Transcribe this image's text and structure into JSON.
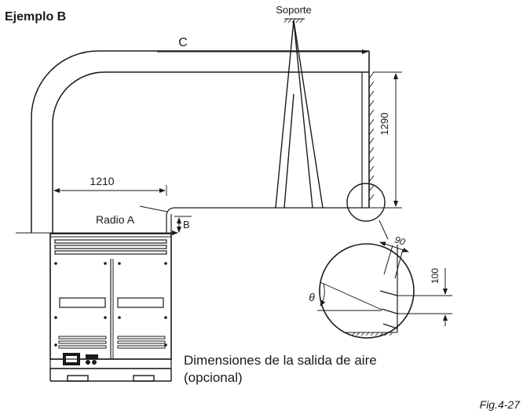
{
  "figure": {
    "title": "Ejemplo B",
    "support_label": "Soporte",
    "dim_c": "C",
    "dim_1290": "1290",
    "dim_1210": "1210",
    "radius_label": "Radio A",
    "dim_b": "B",
    "dim_90": "90",
    "dim_100": "100",
    "theta": "θ",
    "caption_line1": "Dimensiones de la salida de aire",
    "caption_line2": "(opcional)",
    "fig_number": "Fig.4-27"
  }
}
